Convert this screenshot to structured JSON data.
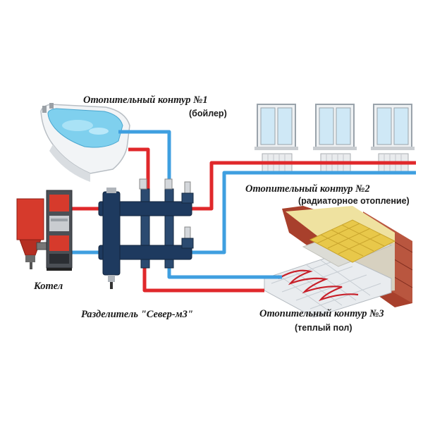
{
  "labels": {
    "circuit1_title": "Отопительный контур  №1",
    "circuit1_sub": "(бойлер)",
    "circuit2_title": "Отопительный контур №2",
    "circuit2_sub": "(радиаторное отопление)",
    "circuit3_title": "Отопительный контур №3",
    "circuit3_sub": "(теплый пол)",
    "boiler": "Котел",
    "manifold": "Разделитель \"Север-м3\""
  },
  "colors": {
    "supply_pipe": "#e0282b",
    "return_pipe": "#3f9fe0",
    "manifold": "#1e3a5f",
    "boiler_body": "#d63a2c",
    "floor_tile": "#e8c84a",
    "heating_cable": "#c8202a"
  },
  "icons": [
    "bathtub",
    "window-with-radiator",
    "heated-floor",
    "boiler",
    "hydraulic-manifold"
  ]
}
